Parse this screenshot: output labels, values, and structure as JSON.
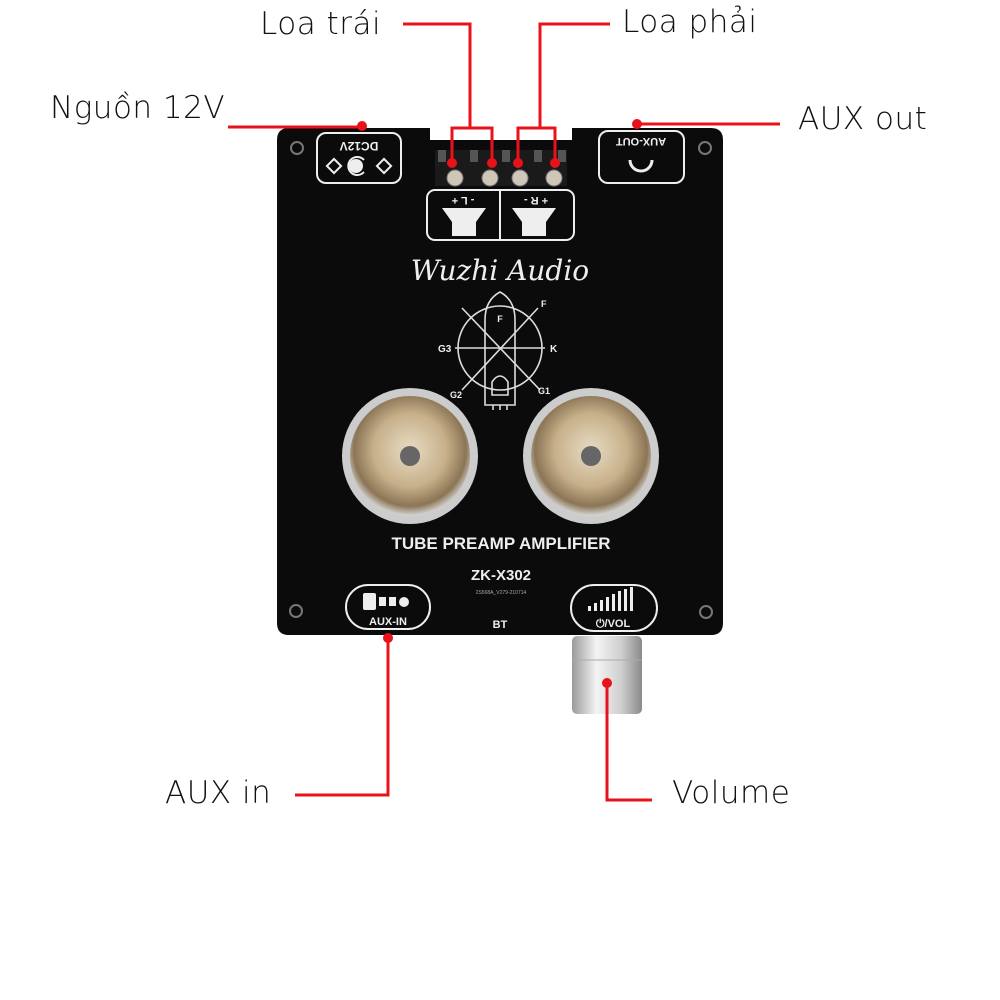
{
  "callouts": {
    "left_speaker": "Loa trái",
    "right_speaker": "Loa phải",
    "power": "Nguồn 12V",
    "aux_out": "AUX out",
    "aux_in": "AUX in",
    "volume": "Volume"
  },
  "board": {
    "brand": "Wuzhi Audio",
    "title": "TUBE PREAMP AMPLIFIER",
    "model": "ZK-X302",
    "serial": "2S568A_V279-210714",
    "dc_label": "DC12V",
    "aux_out_label": "AUX-OUT",
    "aux_in_label": "AUX-IN",
    "bt_label": "BT",
    "vol_label": "⏻/VOL",
    "left_channel": "- L +",
    "right_channel": "+ R -",
    "tube_pins": [
      "F",
      "F",
      "G3",
      "K",
      "G2",
      "G1"
    ]
  },
  "colors": {
    "callout_line": "#e8121b",
    "board": "#0b0b0b"
  }
}
